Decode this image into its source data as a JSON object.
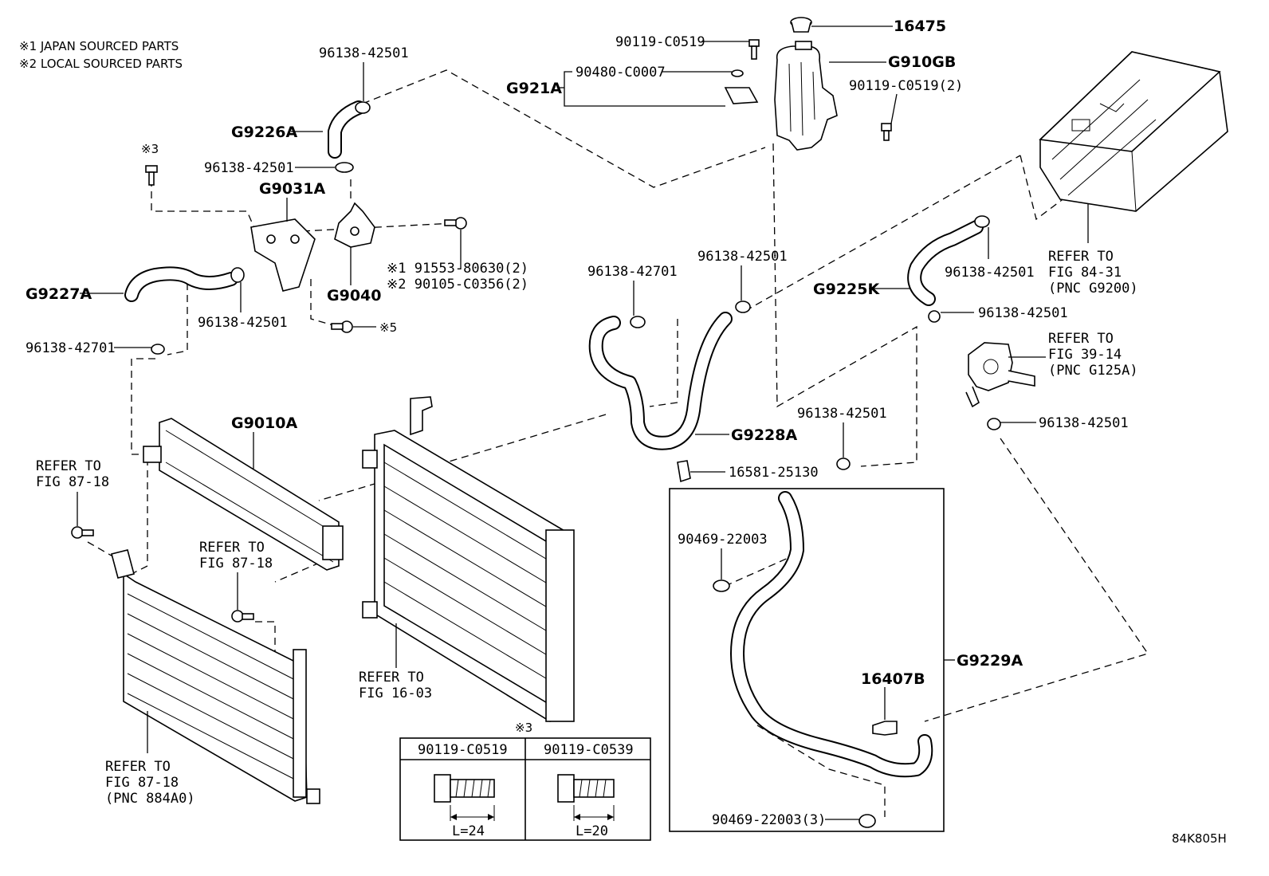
{
  "notes": {
    "japan": "※1 JAPAN SOURCED PARTS",
    "local": "※2 LOCAL SOURCED PARTS"
  },
  "labels": {
    "p16475": "16475",
    "p90119_c0519_top": "90119-C0519",
    "p90480": "90480-C0007",
    "g921a": "G921A",
    "g910gb": "G910GB",
    "p90119_c0519_2": "90119-C0519(2)",
    "p96138_top": "96138-42501",
    "g9226a": "G9226A",
    "p96138_b": "96138-42501",
    "mark3": "※3",
    "g9031a": "G9031A",
    "n91553": "※1 91553-80630(2)",
    "n90105": "※2 90105-C0356(2)",
    "g9040": "G9040",
    "g9227a": "G9227A",
    "p96138_c": "96138-42501",
    "mark5": "※5",
    "p96138_42701_left": "96138-42701",
    "p96138_42701_mid": "96138-42701",
    "p96138_mid": "96138-42501",
    "g9225k": "G9225K",
    "p96138_right_a": "96138-42501",
    "p96138_right_b": "96138-42501",
    "p96138_right_c": "96138-42501",
    "refer_84_1": "REFER TO",
    "refer_84_2": "FIG 84-31",
    "refer_84_3": "(PNC G9200)",
    "refer_39_1": "REFER TO",
    "refer_39_2": "FIG 39-14",
    "refer_39_3": "(PNC G125A)",
    "g9010a": "G9010A",
    "refer_87a_1": "REFER TO",
    "refer_87a_2": "FIG 87-18",
    "refer_87b_1": "REFER TO",
    "refer_87b_2": "FIG 87-18",
    "g9228a": "G9228A",
    "p16581": "16581-25130",
    "p96138_box": "96138-42501",
    "p90469_a": "90469-22003",
    "g9229a": "G9229A",
    "p16407b": "16407B",
    "p90469_b": "90469-22003(3)",
    "refer_16_1": "REFER TO",
    "refer_16_2": "FIG 16-03",
    "refer_884_1": "REFER TO",
    "refer_884_2": "FIG 87-18",
    "refer_884_3": "(PNC 884A0)",
    "diagram_code": "84K805H"
  },
  "bolt_table": {
    "mark": "※3",
    "col1": "90119-C0519",
    "col2": "90119-C0539",
    "len1": "L=24",
    "len2": "L=20"
  }
}
